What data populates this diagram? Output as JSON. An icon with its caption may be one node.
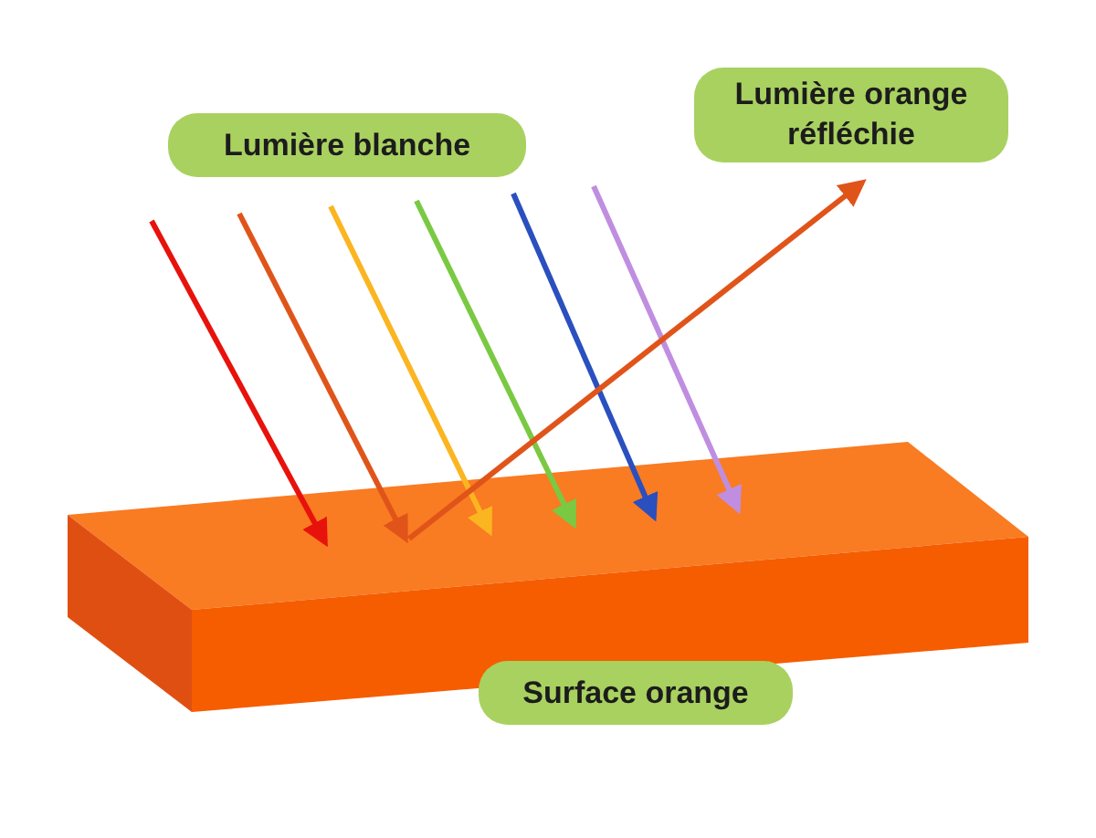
{
  "diagram": {
    "nodes": [
      {
        "text": [
          "Lumière blanche"
        ]
      },
      {
        "text": [
          "Lumière orange réfléchie"
        ]
      },
      {
        "text": [
          "Surface orange"
        ]
      }
    ],
    "edges": [
      {
        "from": 0,
        "to": 2,
        "arrow": "to",
        "color": "#e8120c"
      },
      {
        "from": 0,
        "to": 2,
        "arrow": "to",
        "color": "#e0541a"
      },
      {
        "from": 0,
        "to": 2,
        "arrow": "to",
        "color": "#fbb520"
      },
      {
        "from": 0,
        "to": 2,
        "arrow": "to",
        "color": "#7ac943"
      },
      {
        "from": 0,
        "to": 2,
        "arrow": "to",
        "color": "#2a4fbf"
      },
      {
        "from": 0,
        "to": 2,
        "arrow": "to",
        "color": "#c08ee0"
      },
      {
        "from": 2,
        "to": 1,
        "arrow": "to",
        "color": "#e0541a"
      }
    ]
  }
}
